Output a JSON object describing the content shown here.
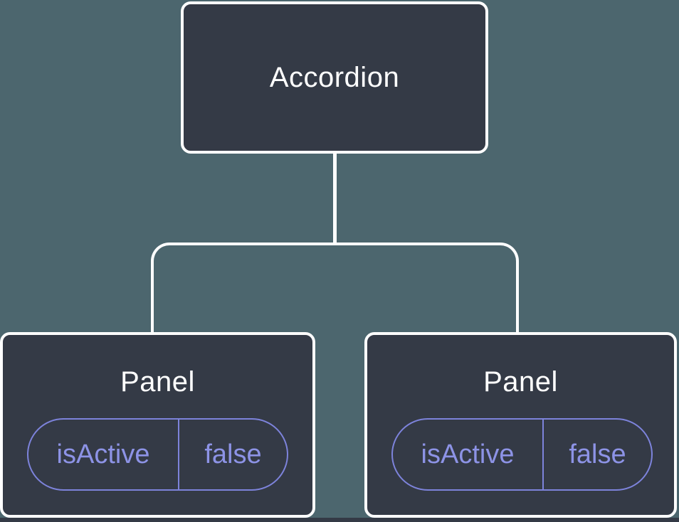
{
  "colors": {
    "background": "#4C666E",
    "node_fill": "#343A46",
    "node_border": "#FFFFFF",
    "node_text": "#FFFFFF",
    "state_text": "#8D93E6",
    "state_border": "#7D83DB",
    "connector": "#FFFFFF",
    "bottom_bar": "#343A46"
  },
  "tree": {
    "root": {
      "label": "Accordion"
    },
    "children": [
      {
        "label": "Panel",
        "state": {
          "key": "isActive",
          "value": "false"
        }
      },
      {
        "label": "Panel",
        "state": {
          "key": "isActive",
          "value": "false"
        }
      }
    ]
  }
}
